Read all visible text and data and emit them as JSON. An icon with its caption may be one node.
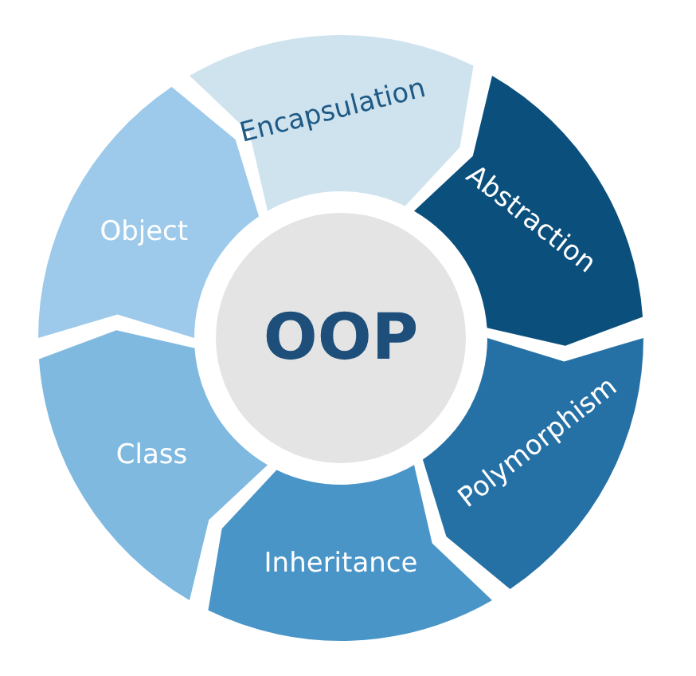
{
  "diagram": {
    "nodes": [
      {
        "text": [
          "OOP"
        ]
      },
      {
        "text": [
          "Encapsulation"
        ]
      },
      {
        "text": [
          "Abstraction"
        ]
      },
      {
        "text": [
          "Polymorphism"
        ]
      },
      {
        "text": [
          "Inheritance"
        ]
      },
      {
        "text": [
          "Class"
        ]
      },
      {
        "text": [
          "Object"
        ]
      }
    ]
  }
}
